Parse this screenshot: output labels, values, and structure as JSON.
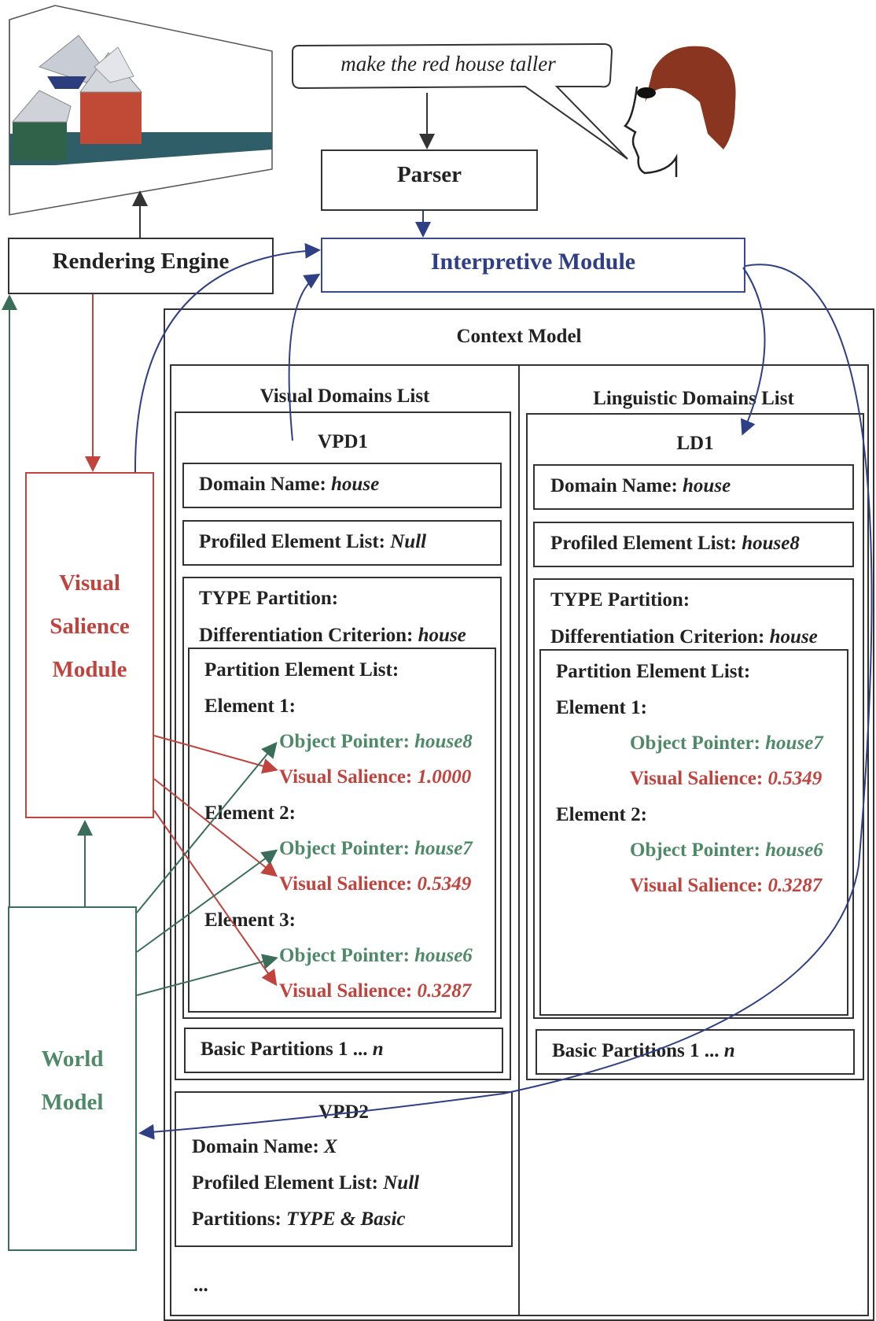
{
  "speech": {
    "text": "make the red house taller"
  },
  "parser": {
    "label": "Parser"
  },
  "interpretive": {
    "label": "Interpretive Module"
  },
  "rendering": {
    "label": "Rendering Engine"
  },
  "vsm": {
    "line1": "Visual",
    "line2": "Salience",
    "line3": "Module"
  },
  "world": {
    "line1": "World",
    "line2": "Model"
  },
  "context": {
    "title": "Context Model",
    "ellipsis": "...",
    "visual": {
      "title": "Visual Domains List",
      "vpd1": {
        "title": "VPD1",
        "domain_label": "Domain Name: ",
        "domain_value": "house",
        "profiled_label": "Profiled Element List: ",
        "profiled_value": "Null",
        "type_partition": "TYPE Partition:",
        "criterion_label": "Differentiation Criterion: ",
        "criterion_value": "house",
        "pel": "Partition Element List:",
        "elements": [
          {
            "label": "Element 1:",
            "op_label": "Object Pointer: ",
            "op_value": "house8",
            "vs_label": "Visual Salience: ",
            "vs_value": "1.0000"
          },
          {
            "label": "Element 2:",
            "op_label": "Object Pointer: ",
            "op_value": "house7",
            "vs_label": "Visual Salience: ",
            "vs_value": "0.5349"
          },
          {
            "label": "Element 3:",
            "op_label": "Object Pointer: ",
            "op_value": "house6",
            "vs_label": "Visual Salience: ",
            "vs_value": "0.3287"
          }
        ],
        "basic_label": "Basic Partitions 1 ... ",
        "basic_value": "n"
      },
      "vpd2": {
        "title": "VPD2",
        "domain_label": "Domain Name: ",
        "domain_value": "X",
        "profiled_label": "Profiled Element List: ",
        "profiled_value": "Null",
        "partitions_label": "Partitions: ",
        "partitions_value": "TYPE & Basic"
      }
    },
    "linguistic": {
      "title": "Linguistic Domains List",
      "ld1": {
        "title": "LD1",
        "domain_label": "Domain Name: ",
        "domain_value": "house",
        "profiled_label": "Profiled Element List: ",
        "profiled_value": "house8",
        "type_partition": "TYPE Partition:",
        "criterion_label": "Differentiation Criterion: ",
        "criterion_value": "house",
        "pel": "Partition Element List:",
        "elements": [
          {
            "label": "Element 1:",
            "op_label": "Object Pointer: ",
            "op_value": "house7",
            "vs_label": "Visual Salience: ",
            "vs_value": "0.5349"
          },
          {
            "label": "Element 2:",
            "op_label": "Object Pointer: ",
            "op_value": "house6",
            "vs_label": "Visual Salience: ",
            "vs_value": "0.3287"
          }
        ],
        "basic_label": "Basic Partitions 1 ... ",
        "basic_value": "n"
      }
    }
  },
  "colors": {
    "blue_arrow": "#2f3f86",
    "red_arrow": "#c0433e",
    "green_arrow": "#3b6e5a",
    "world_green": "#4f8a68",
    "salience_red": "#c0433e",
    "face_hair": "#8a3520",
    "house_red": "#c04a35",
    "ground": "#2f5e68"
  }
}
